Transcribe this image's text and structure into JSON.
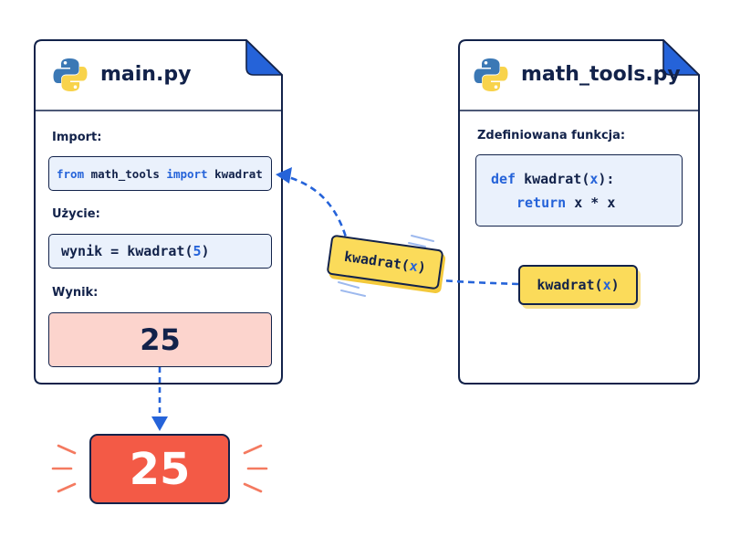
{
  "left_file": {
    "filename": "main.py",
    "import_label": "Import:",
    "import_code": {
      "kw1": "from",
      "module": " math_tools ",
      "kw2": "import",
      "name": " kwadrat"
    },
    "usage_label": "Użycie:",
    "usage_code": {
      "prefix": "wynik = kwadrat(",
      "arg": "5",
      "suffix": ")"
    },
    "result_label": "Wynik:",
    "result_value": "25"
  },
  "right_file": {
    "filename": "math_tools.py",
    "def_label": "Zdefiniowana funkcja:",
    "def_line": {
      "kw": "def",
      "name": " kwadrat(",
      "param": "x",
      "end": "):"
    },
    "return_line": {
      "kw": "return",
      "expr": " x * x"
    },
    "tag": {
      "prefix": "kwadrat(",
      "param": "x",
      "suffix": ")"
    }
  },
  "moving_tag": {
    "prefix": "kwadrat(",
    "param": "x",
    "suffix": ")"
  },
  "final_result": "25",
  "colors": {
    "navy": "#12224a",
    "accent_blue": "#2563d9",
    "code_bg": "#eaf1fc",
    "result_bg": "#fcd4cd",
    "final_bg": "#f35a46",
    "tag_yellow": "#fbdb5a",
    "tag_shadow": "#f3c93b",
    "spark": "#f47a60",
    "python_blue": "#3b78b5",
    "python_yellow": "#f8d34b"
  },
  "icons": [
    "python-logo-icon",
    "folded-corner-icon",
    "arrow-head-icon",
    "motion-lines-icon",
    "sparkle-lines-icon"
  ]
}
